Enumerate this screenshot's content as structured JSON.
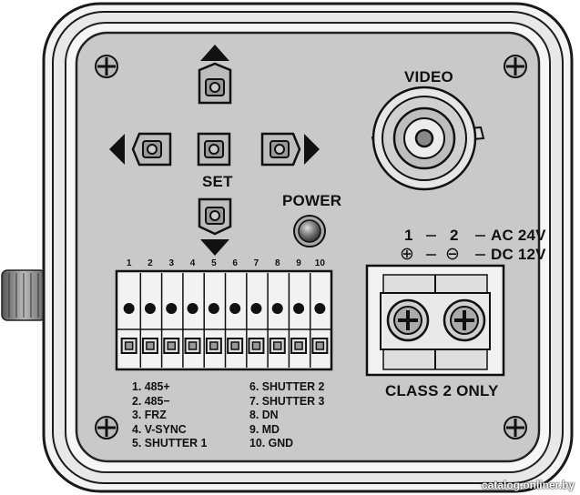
{
  "labels": {
    "video": "VIDEO",
    "set": "SET",
    "power": "POWER",
    "class2": "CLASS 2 ONLY",
    "terminal_1": "1",
    "terminal_2": "2",
    "ac": "AC 24V",
    "dc": "DC 12V",
    "plus_symbol": "⊕",
    "minus_symbol": "⊖"
  },
  "pin_numbers": [
    "1",
    "2",
    "3",
    "4",
    "5",
    "6",
    "7",
    "8",
    "9",
    "10"
  ],
  "pin_legend_left": [
    "1. 485+",
    "2. 485−",
    "3. FRZ",
    "4. V-SYNC",
    "5. SHUTTER 1"
  ],
  "pin_legend_right": [
    "6. SHUTTER 2",
    "7. SHUTTER 3",
    "8. DN",
    "9. MD",
    "10. GND"
  ],
  "watermark": "catalog.onliner.by",
  "colors": {
    "panel": "#c9c9c9",
    "frame": "#efefef",
    "outline": "#1a1a1a",
    "button": "#b8b8b8"
  }
}
